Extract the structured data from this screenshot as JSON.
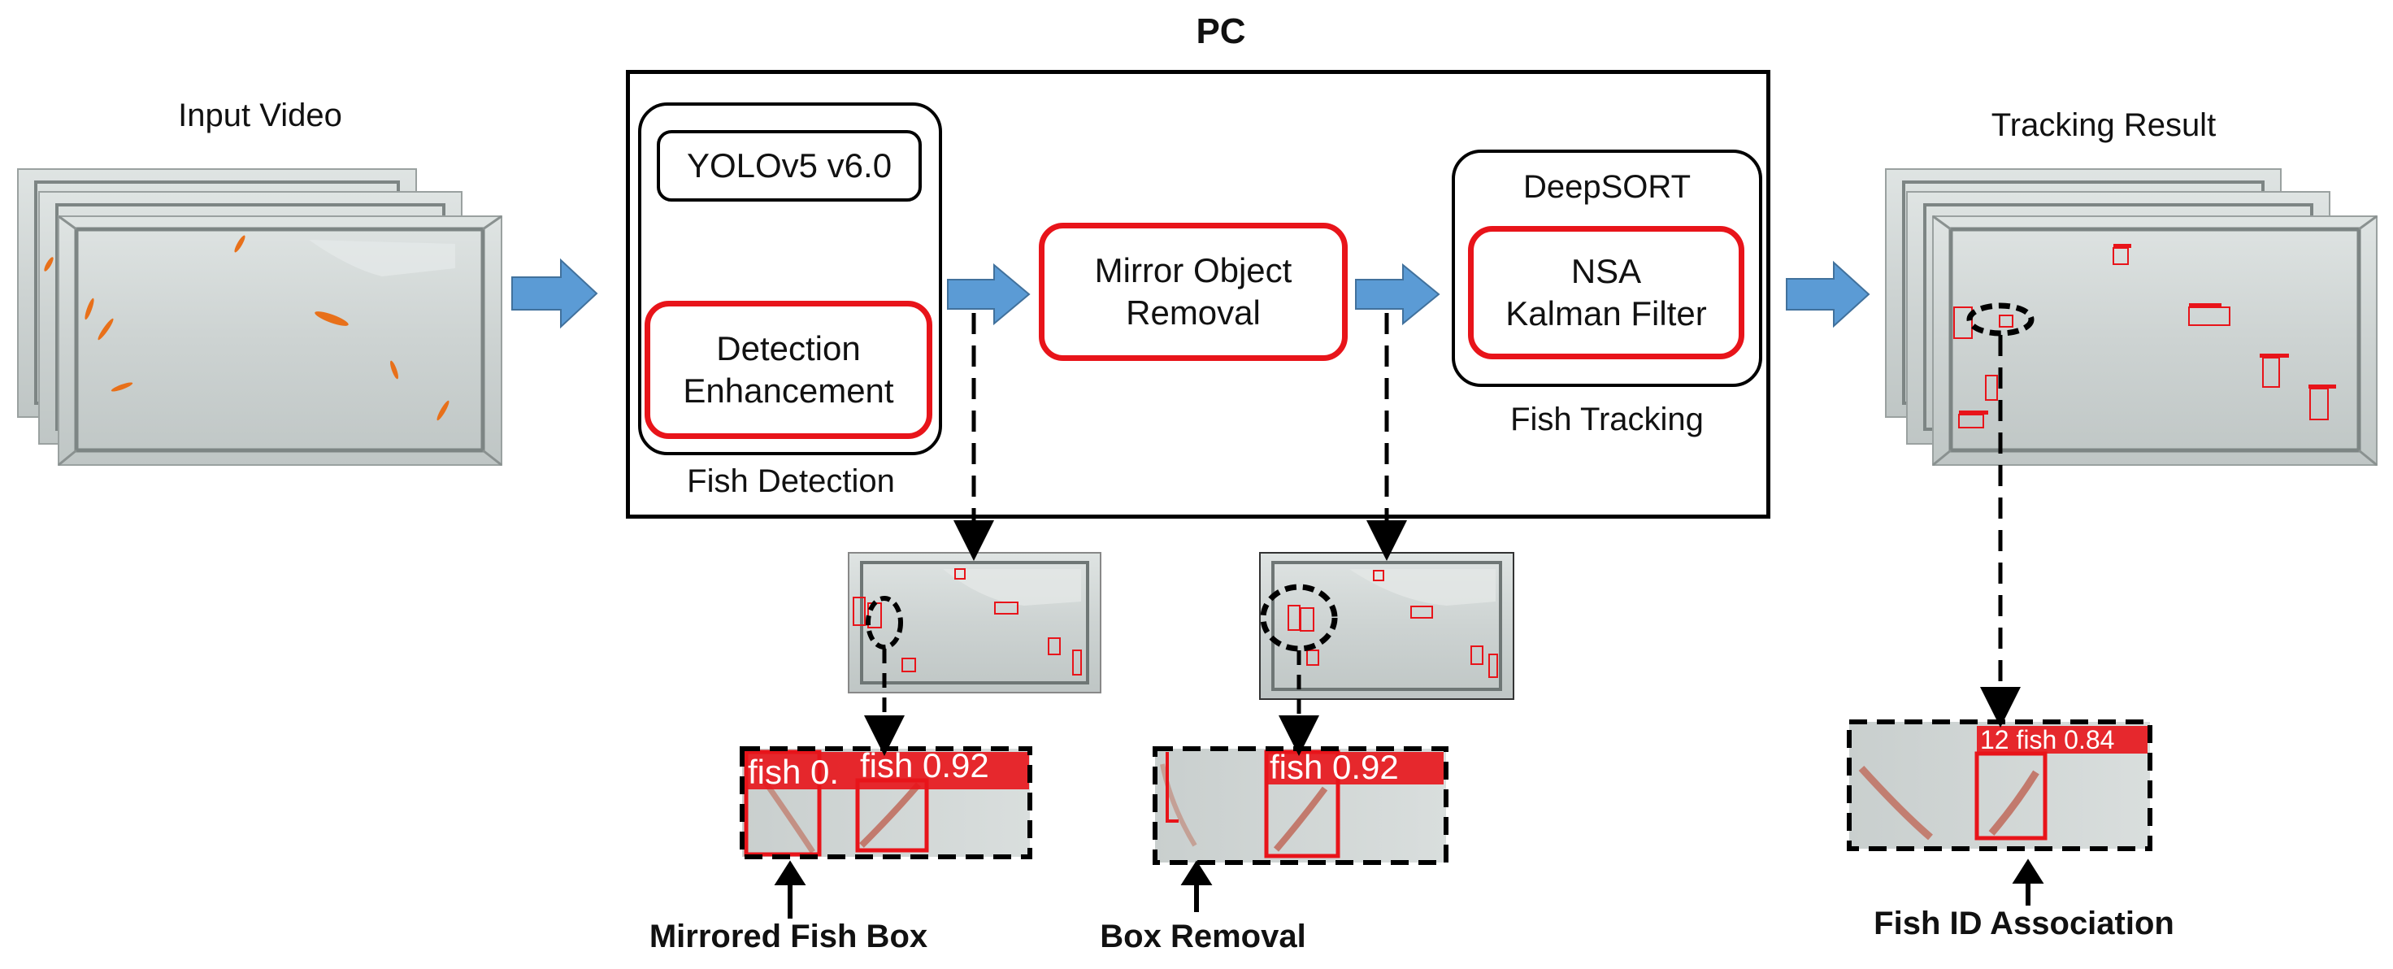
{
  "title": "PC",
  "input": {
    "label": "Input Video"
  },
  "detection": {
    "yolo_label": "YOLOv5 v6.0",
    "enhance_line1": "Detection",
    "enhance_line2": "Enhancement",
    "group_label": "Fish Detection"
  },
  "mirror": {
    "line1": "Mirror Object",
    "line2": "Removal"
  },
  "tracking": {
    "deepsort_label": "DeepSORT",
    "nsa_line1": "NSA",
    "nsa_line2": "Kalman Filter",
    "group_label": "Fish Tracking"
  },
  "output": {
    "label": "Tracking Result"
  },
  "zoom_mirrored": {
    "box1_text": "fish 0.",
    "box2_text": "fish 0.92",
    "caption": "Mirrored Fish Box"
  },
  "zoom_removal": {
    "box_text": "fish 0.92",
    "caption": "Box Removal"
  },
  "zoom_id": {
    "box_text": "12 fish 0.84",
    "caption": "Fish ID Association"
  },
  "colors": {
    "arrow_blue": "#5b9bd5",
    "highlight_red": "#e8141a",
    "tank_gray": "#cfd5d4",
    "fish_orange": "#e8701a"
  }
}
